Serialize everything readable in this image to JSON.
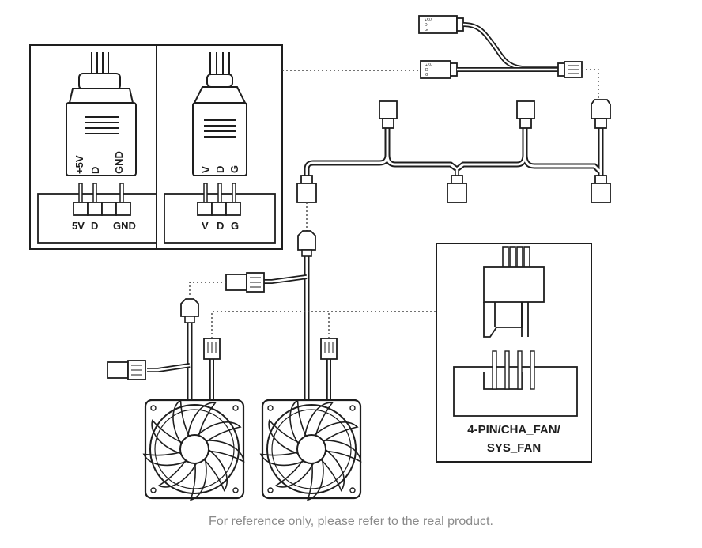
{
  "argb_panel": {
    "plug_labels": [
      "+5V",
      "D",
      "GND"
    ],
    "header_labels": [
      "5V",
      "D",
      "GND"
    ]
  },
  "rgb_panel": {
    "plug_labels": [
      "V",
      "D",
      "G"
    ],
    "header_labels": [
      "V",
      "D",
      "G"
    ]
  },
  "fan_header_panel": {
    "label_line1": "4-PIN/CHA_FAN/",
    "label_line2": "SYS_FAN"
  },
  "small_connector_labels": {
    "top": [
      "+5V",
      "D",
      "G"
    ],
    "mid": [
      "+5V",
      "D",
      "G"
    ]
  },
  "footer_note": "For reference only, please refer to the real product.",
  "colors": {
    "line": "#1e1e1e",
    "panel_bg": "#ffffff",
    "footer_text": "#8a8a8a",
    "dotted": "#444444"
  }
}
